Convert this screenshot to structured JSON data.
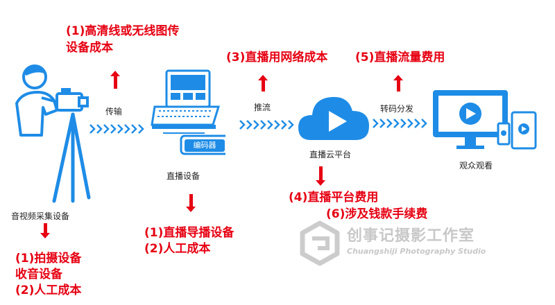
{
  "capture": {
    "label": "音视频采集设备",
    "costs": [
      "(1)拍摄设备",
      "收音设备",
      "(2)人工成本"
    ]
  },
  "transmission": {
    "label": "传输",
    "costs": [
      "(1)高清线或无线图传",
      "设备成本"
    ]
  },
  "live_equipment": {
    "label": "直播设备",
    "encoder_label": "编码器",
    "costs": [
      "(1)直播导播设备",
      "(2)人工成本"
    ]
  },
  "push": {
    "label": "推流",
    "cost": "(3)直播用网络成本"
  },
  "cloud": {
    "label": "直播云平台",
    "costs": [
      "(4)直播平台费用",
      "(6)涉及钱款手续费"
    ]
  },
  "transcode": {
    "label": "转码分发",
    "cost": "(5)直播流量费用"
  },
  "viewers": {
    "label": "观众观看"
  },
  "watermark": {
    "name": "创事记摄影工作室",
    "name_en": "Chuangshiji Photography Studio"
  },
  "colors": {
    "accent_blue": "#1e8ce6",
    "cost_red": "#e60012"
  }
}
